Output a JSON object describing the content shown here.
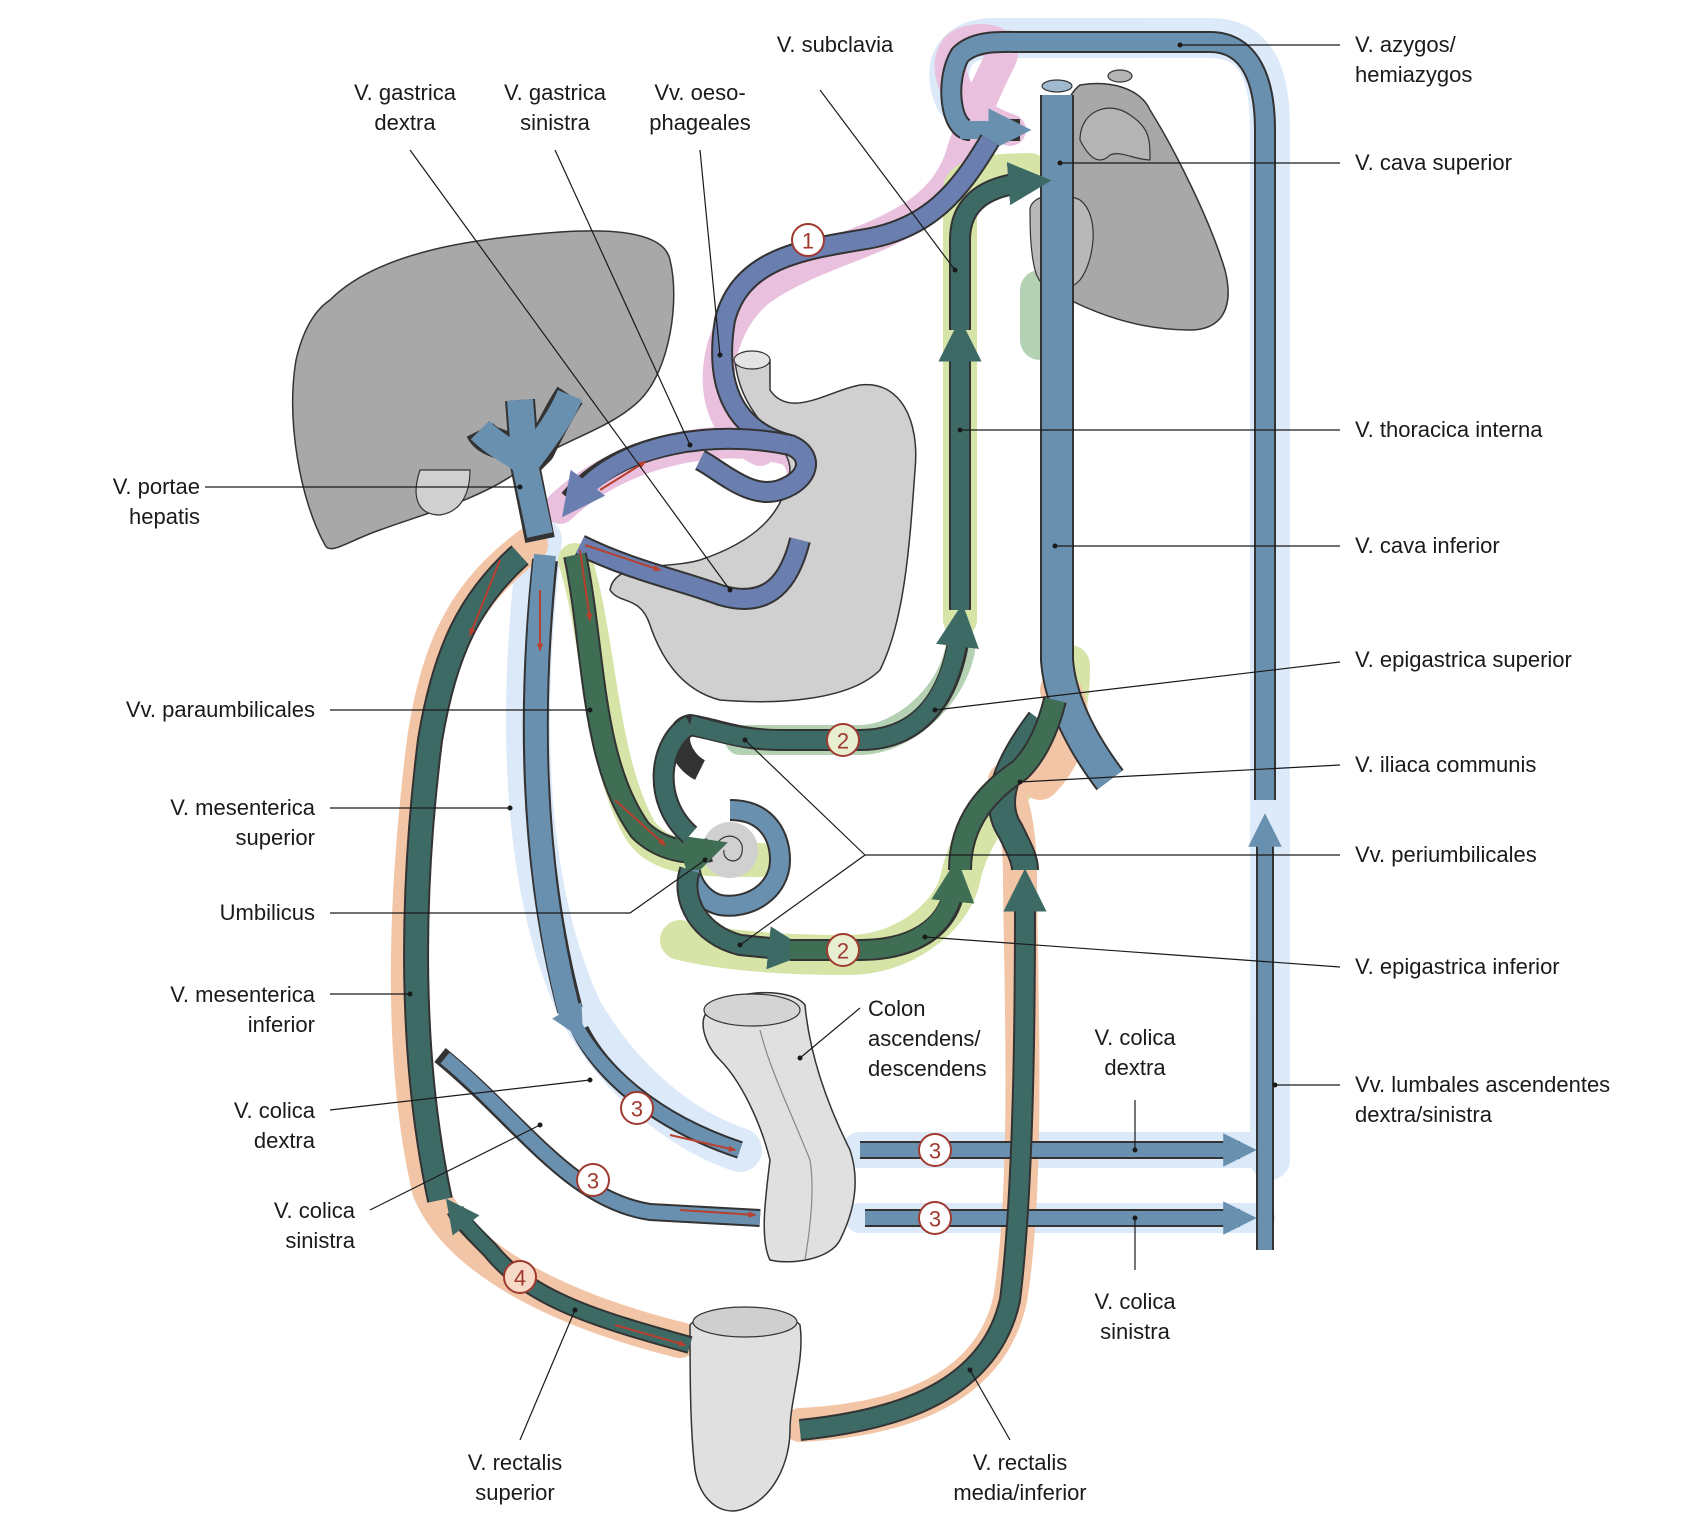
{
  "labels": {
    "v_gastrica_dextra": "V. gastrica\ndextra",
    "v_gastrica_sinistra": "V. gastrica\nsinistra",
    "vv_oesophageales": "Vv. oeso-\nphageales",
    "v_subclavia": "V. subclavia",
    "v_azygos": "V. azygos/\nhemiazygos",
    "v_cava_superior": "V. cava superior",
    "v_portae_hepatis": "V. portae\nhepatis",
    "v_thoracica_interna": "V. thoracica interna",
    "v_cava_inferior": "V. cava inferior",
    "v_epigastrica_superior": "V. epigastrica superior",
    "vv_paraumbilicales": "Vv. paraumbilicales",
    "v_iliaca_communis": "V. iliaca communis",
    "v_mesenterica_superior": "V. mesenterica\nsuperior",
    "vv_periumbilicales": "Vv. periumbilicales",
    "umbilicus": "Umbilicus",
    "v_epigastrica_inferior": "V. epigastrica inferior",
    "v_mesenterica_inferior": "V. mesenterica\ninferior",
    "colon": "Colon\nascendens/\ndescendens",
    "v_colica_dextra_right": "V. colica\ndextra",
    "vv_lumbales": "Vv. lumbales ascendentes\ndextra/sinistra",
    "v_colica_dextra_left": "V. colica\ndextra",
    "v_colica_sinistra_left": "V. colica\nsinistra",
    "v_colica_sinistra_right": "V. colica\nsinistra",
    "v_rectalis_superior": "V. rectalis\nsuperior",
    "v_rectalis_media": "V. rectalis\nmedia/inferior"
  },
  "badges": {
    "b1": "1",
    "b2_upper": "2",
    "b2_lower": "2",
    "b3_a": "3",
    "b3_b": "3",
    "b3_c": "3",
    "b3_d": "3",
    "b4": "4"
  },
  "colors": {
    "vein_blue": "#6a90b0",
    "vein_dark": "#3e6a66",
    "vein_green": "#3f6e55",
    "organ_gray": "#a8a8a8",
    "organ_light": "#d0d0d0",
    "halo_pink": "#e6b7d9",
    "halo_green": "#cfe09a",
    "halo_orange": "#f0bb98",
    "halo_blue": "#d6e6f8",
    "badge_red": "#a03a30",
    "arrow_red": "#b8402e"
  }
}
